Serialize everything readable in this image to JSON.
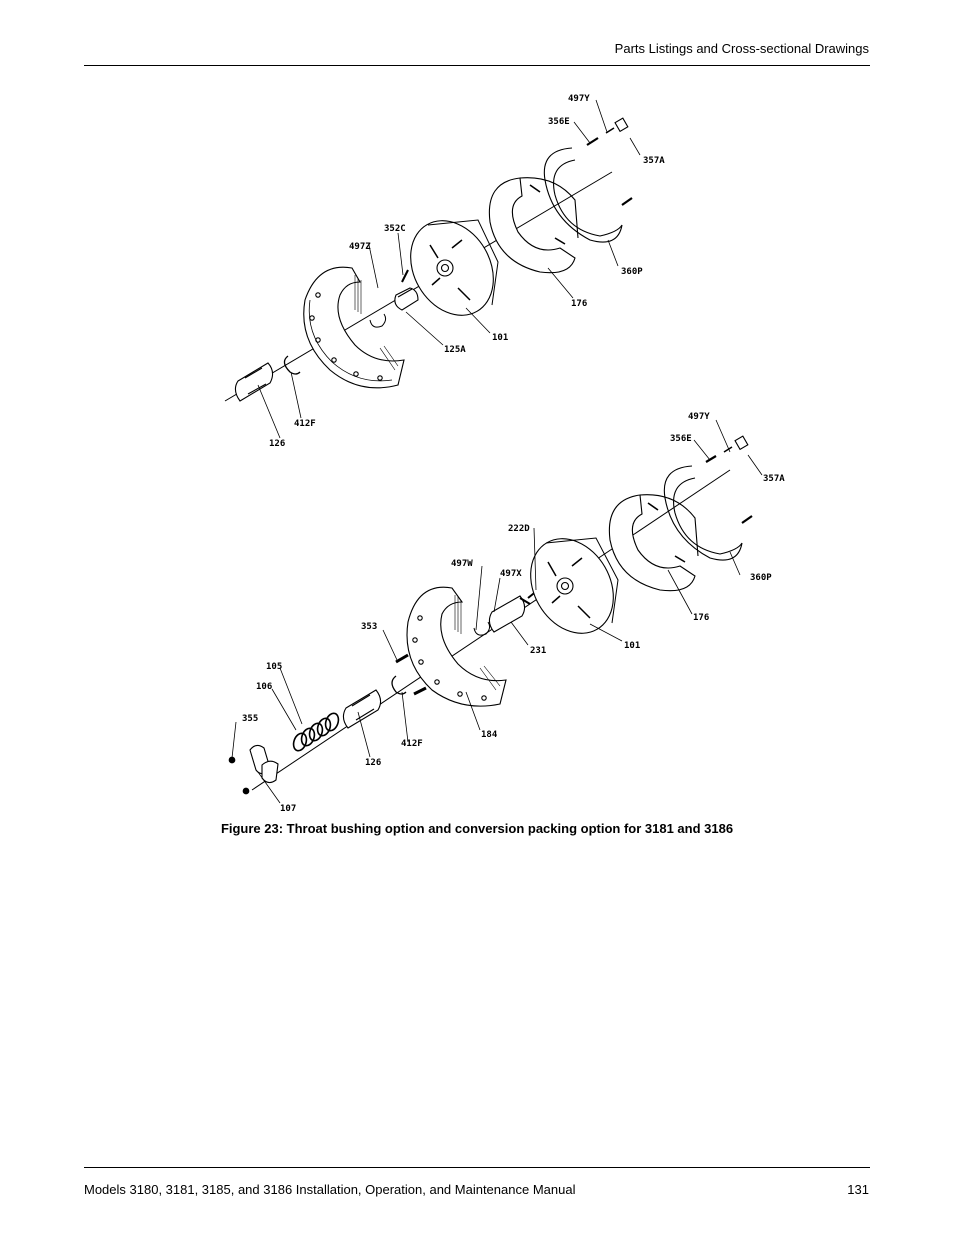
{
  "header": {
    "section_title": "Parts Listings and Cross-sectional Drawings"
  },
  "figure": {
    "caption": "Figure 23: Throat bushing option and conversion packing option for 3181 and 3186",
    "top_view_callouts": [
      "497Y",
      "356E",
      "357A",
      "360P",
      "176",
      "101",
      "352C",
      "497Z",
      "125A",
      "412F",
      "126"
    ],
    "bottom_view_callouts": [
      "497Y",
      "356E",
      "357A",
      "360P",
      "176",
      "101",
      "222D",
      "497W",
      "497X",
      "231",
      "353",
      "105",
      "106",
      "355",
      "107",
      "126",
      "412F",
      "184"
    ]
  },
  "footer": {
    "manual_title": "Models 3180, 3181, 3185, and 3186 Installation, Operation, and Maintenance Manual",
    "page_number": "131"
  }
}
